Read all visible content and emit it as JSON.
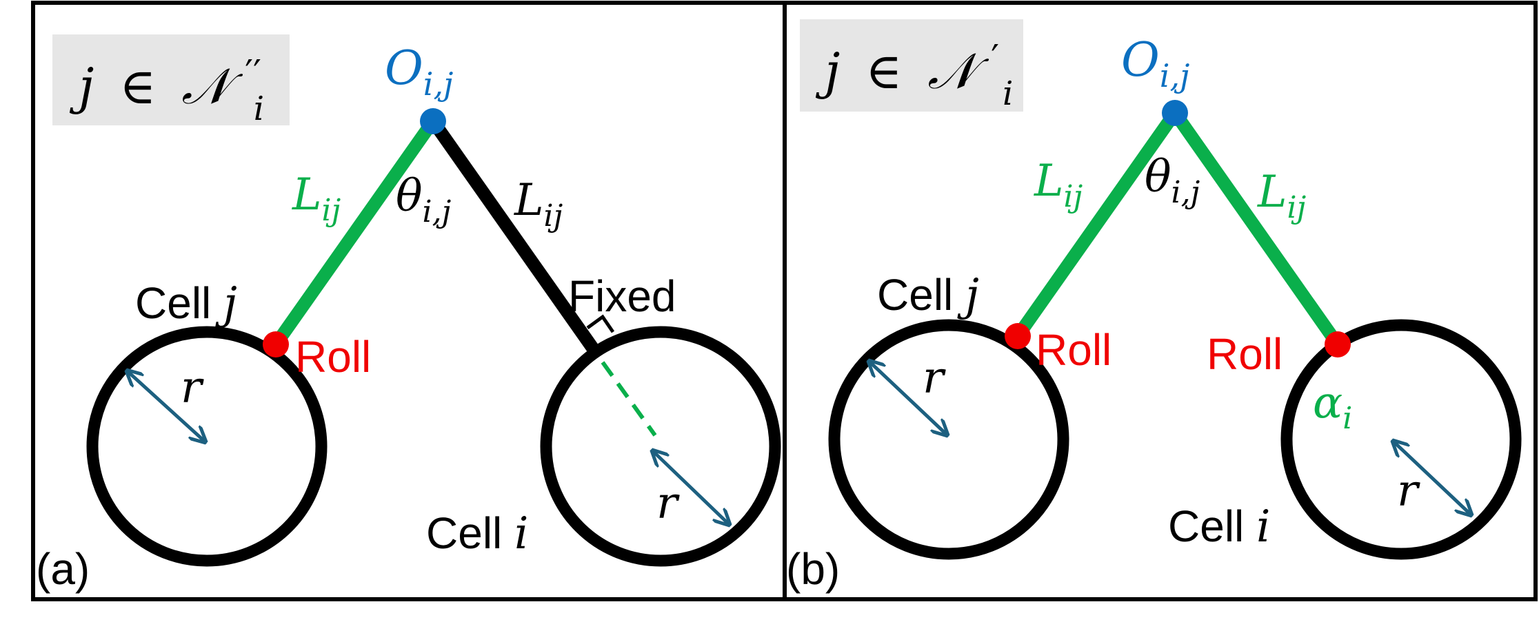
{
  "colors": {
    "green": "#0aaf4b",
    "blue": "#0b6fc0",
    "red": "#f00000",
    "teal": "#1d6080",
    "black": "#000000",
    "box": "#e6e6e6"
  },
  "panel_a": {
    "label": "(a)",
    "set_label": {
      "j": "j",
      "in": "∈",
      "N": "𝒩",
      "sub": "i",
      "sup": "′′"
    },
    "origin": {
      "main": "O",
      "sub": "i,j"
    },
    "angle": {
      "main": "θ",
      "sub": "i,j"
    },
    "left_length": {
      "main": "L",
      "sub": "ij"
    },
    "right_length": {
      "main": "L",
      "sub": "ij"
    },
    "cell_j": {
      "text": "Cell ",
      "var": "j"
    },
    "cell_i": {
      "text": "Cell ",
      "var": "i"
    },
    "joint_left": "Roll",
    "joint_right": "Fixed",
    "radius_left": "r",
    "radius_right": "r"
  },
  "panel_b": {
    "label": "(b)",
    "set_label": {
      "j": "j",
      "in": "∈",
      "N": "𝒩",
      "sub": "i",
      "sup": "′"
    },
    "origin": {
      "main": "O",
      "sub": "i,j"
    },
    "angle": {
      "main": "θ",
      "sub": "i,j"
    },
    "left_length": {
      "main": "L",
      "sub": "ij"
    },
    "right_length": {
      "main": "L",
      "sub": "ij"
    },
    "cell_j": {
      "text": "Cell ",
      "var": "j"
    },
    "cell_i": {
      "text": "Cell ",
      "var": "i"
    },
    "joint_left": "Roll",
    "joint_right": "Roll",
    "alpha": {
      "main": "α",
      "sub": "i"
    },
    "radius_left": "r",
    "radius_right": "r"
  }
}
